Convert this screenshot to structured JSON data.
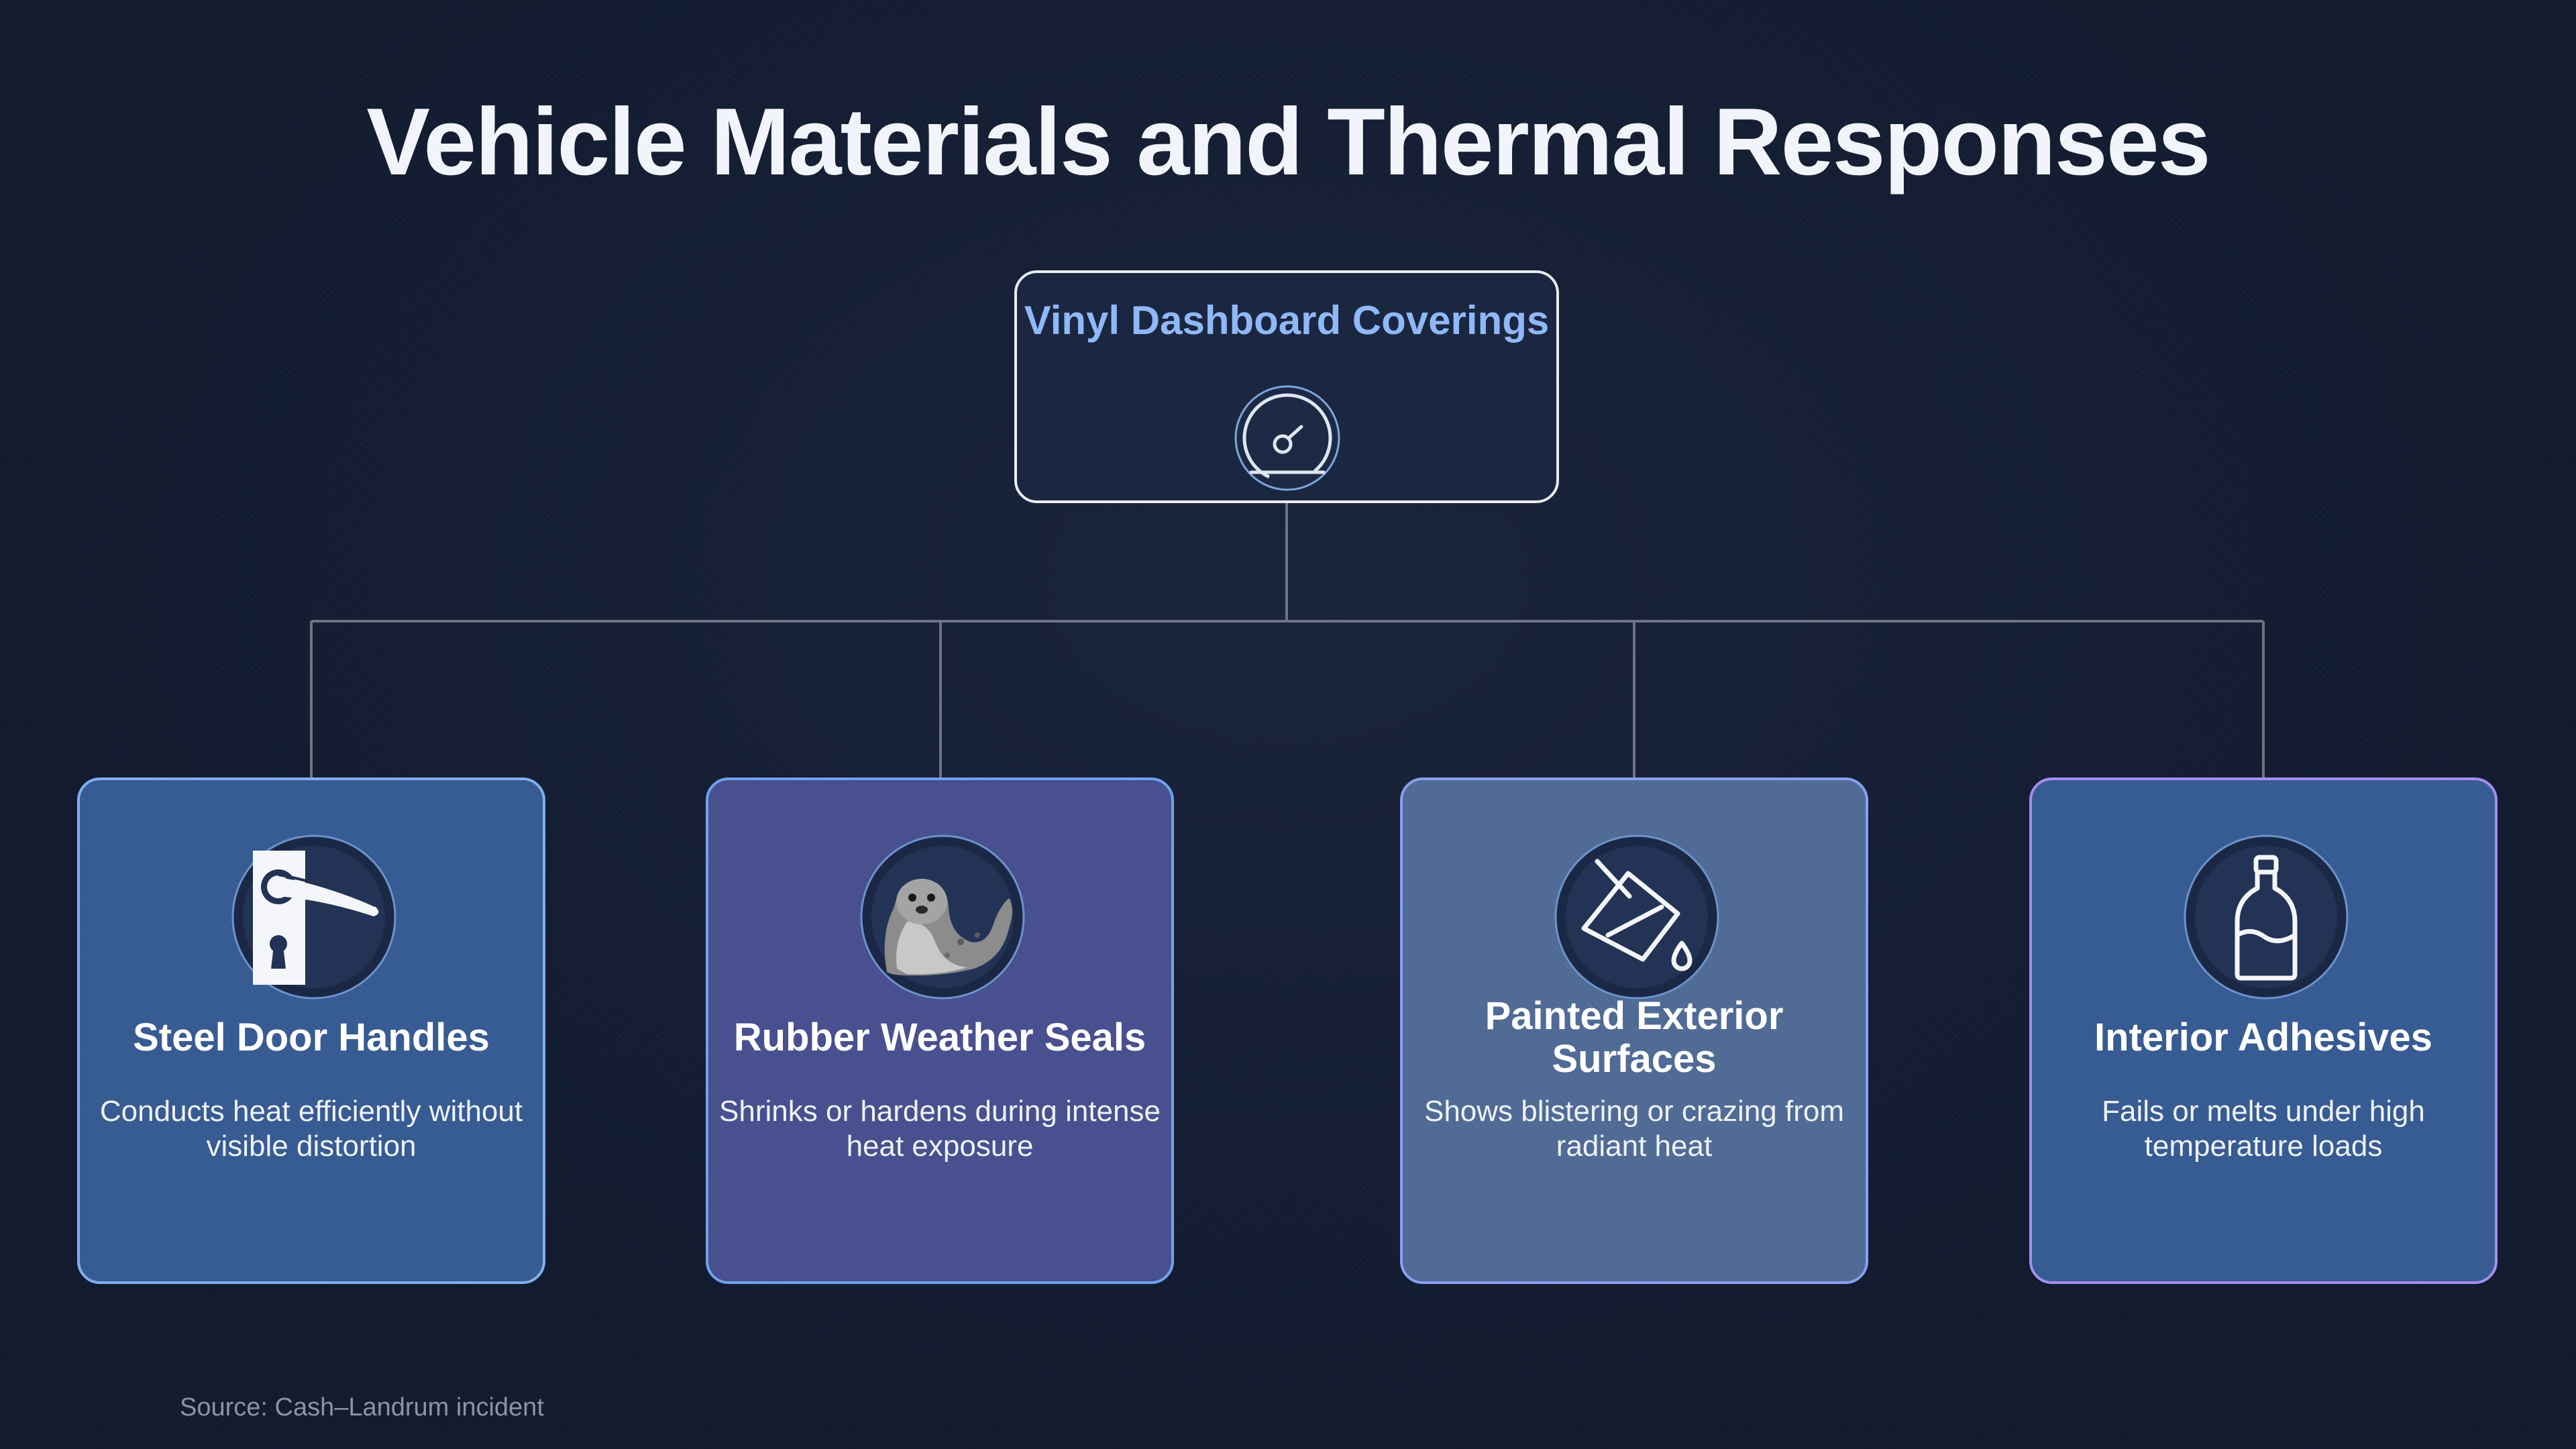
{
  "title": "Vehicle Materials and Thermal Responses",
  "root": {
    "label": "Vinyl Dashboard Coverings",
    "icon": "gauge-icon"
  },
  "children": [
    {
      "title": "Steel Door Handles",
      "description": "Conducts heat efficiently without visible distortion",
      "icon": "door-handle-icon"
    },
    {
      "title": "Rubber Weather Seals",
      "description": "Shrinks or hardens during intense heat exposure",
      "icon": "seal-icon"
    },
    {
      "title": "Painted Exterior Surfaces",
      "description": "Shows blistering or crazing from radiant heat",
      "icon": "paint-bucket-icon"
    },
    {
      "title": "Interior Adhesives",
      "description": "Fails or melts under high temperature loads",
      "icon": "bottle-icon"
    }
  ],
  "source": "Source: Cash–Landrum incident"
}
